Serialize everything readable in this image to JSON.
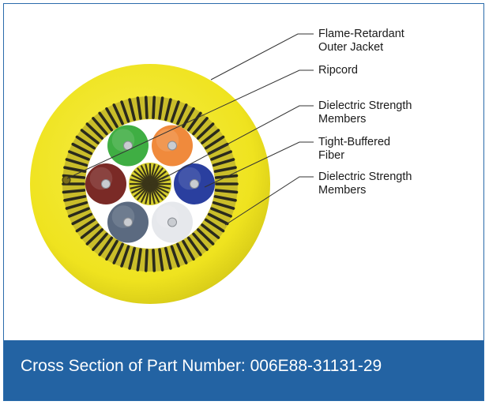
{
  "colors": {
    "jacket": "#f0e522",
    "aramid_dark": "#2a2a1c",
    "aramid_light": "#d9cc3a",
    "frame_border": "#2a6bab",
    "caption_bg": "#2363a3",
    "leader": "#333333"
  },
  "labels": [
    {
      "id": "jacket",
      "text": "Flame-Retardant\nOuter Jacket"
    },
    {
      "id": "ripcord",
      "text": "Ripcord"
    },
    {
      "id": "center-strength",
      "text": "Dielectric Strength\nMembers"
    },
    {
      "id": "tight-buffered",
      "text": "Tight-Buffered\nFiber"
    },
    {
      "id": "outer-strength",
      "text": "Dielectric Strength\nMembers"
    }
  ],
  "fibers": [
    {
      "name": "green",
      "color": "#3fae43"
    },
    {
      "name": "orange",
      "color": "#f08a3c"
    },
    {
      "name": "blue",
      "color": "#2a3f9f"
    },
    {
      "name": "white",
      "color": "#e6e8ec"
    },
    {
      "name": "slate",
      "color": "#5b6a80"
    },
    {
      "name": "brown",
      "color": "#7a2a26"
    }
  ],
  "caption": "Cross Section of Part Number: 006E88-31131-29"
}
